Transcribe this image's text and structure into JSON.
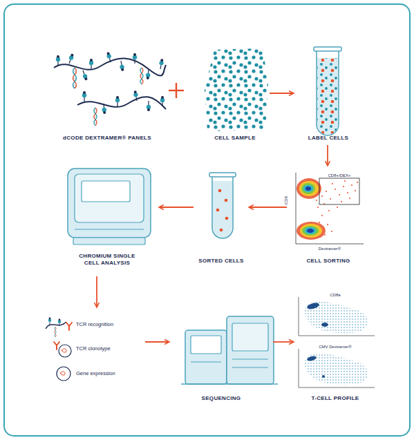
{
  "diagram": {
    "nodes": [
      {
        "text": [
          "dCODE DEXTRAMER® PANELS"
        ]
      },
      {
        "text": [
          "CELL SAMPLE"
        ]
      },
      {
        "text": [
          "LABEL CELLS"
        ]
      },
      {
        "text": [
          "CELL SORTING"
        ]
      },
      {
        "text": [
          "SORTED CELLS"
        ]
      },
      {
        "text": [
          "CHROMIUM SINGLE CELL ANALYSIS"
        ]
      },
      {
        "text": [
          "TCR recognition",
          "TCR clonotype",
          "Gene expression"
        ]
      },
      {
        "text": [
          "SEQUENCING"
        ]
      },
      {
        "text": [
          "T-CELL PROFILE"
        ]
      }
    ],
    "edges": [
      {
        "from": 1,
        "to": 2,
        "arrow": "to"
      },
      {
        "from": 2,
        "to": 3,
        "arrow": "to"
      },
      {
        "from": 3,
        "to": 4,
        "arrow": "to"
      },
      {
        "from": 4,
        "to": 5,
        "arrow": "to"
      },
      {
        "from": 5,
        "to": 6,
        "arrow": "to"
      },
      {
        "from": 6,
        "to": 7,
        "arrow": "to"
      },
      {
        "from": 7,
        "to": 8,
        "arrow": "to"
      }
    ],
    "labels": [
      "CD8+/DEX+",
      "CD8",
      "Dextramer®",
      "CD8a",
      "CMV Dextramer®"
    ]
  }
}
